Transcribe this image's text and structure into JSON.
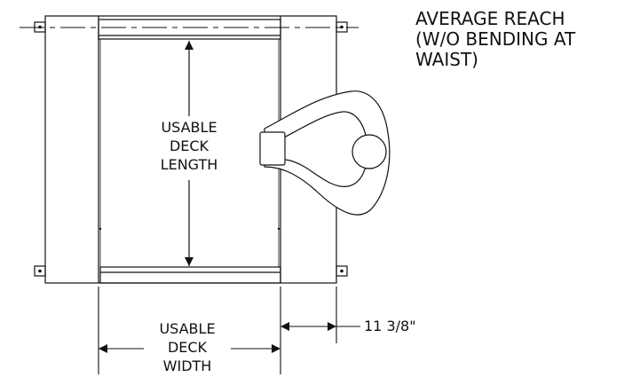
{
  "labels": {
    "reach": [
      "AVERAGE REACH",
      "(W/O BENDING AT",
      "WAIST)"
    ],
    "deck_length": [
      "USABLE",
      "DECK",
      "LENGTH"
    ],
    "deck_width": [
      "USABLE",
      "DECK",
      "WIDTH"
    ],
    "side_gap": "11 3/8\""
  },
  "colors": {
    "line": "#111111",
    "background": "#ffffff"
  }
}
